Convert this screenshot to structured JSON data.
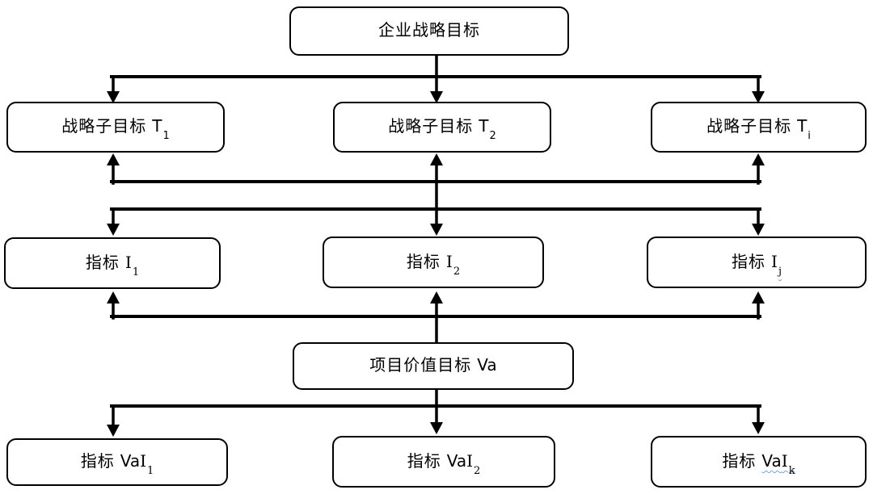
{
  "diagram_title": "enterprise-strategy-to-project-value-indicator-hierarchy",
  "colors": {
    "background": "#ffffff",
    "line": "#000000",
    "box_border": "#000000",
    "box_fill": "#ffffff",
    "text": "#000000",
    "spellcheck_squiggle": "#6fa8dc"
  },
  "nodes": {
    "root": {
      "zh": "企业战略目标"
    },
    "t1": {
      "zh": "战略子目标",
      "lat": "T",
      "sub": "1"
    },
    "t2": {
      "zh": "战略子目标",
      "lat": "T",
      "sub": "2"
    },
    "ti": {
      "zh": "战略子目标",
      "lat": "T",
      "sub": "i"
    },
    "i1": {
      "zh": "指标",
      "lat": "I",
      "sub": "1"
    },
    "i2": {
      "zh": "指标",
      "lat": "I",
      "sub": "2"
    },
    "ij": {
      "zh": "指标",
      "lat": "I",
      "sub": "j"
    },
    "va": {
      "zh": "项目价值目标",
      "lat": "Va"
    },
    "vai1": {
      "zh": "指标",
      "lat1": "Va",
      "lat2": "I",
      "sub": "1"
    },
    "vai2": {
      "zh": "指标",
      "lat1": "Va",
      "lat2": "I",
      "sub": "2"
    },
    "vaik": {
      "zh": "指标",
      "lat1": "Va",
      "lat2": "I",
      "sub": "k"
    }
  }
}
